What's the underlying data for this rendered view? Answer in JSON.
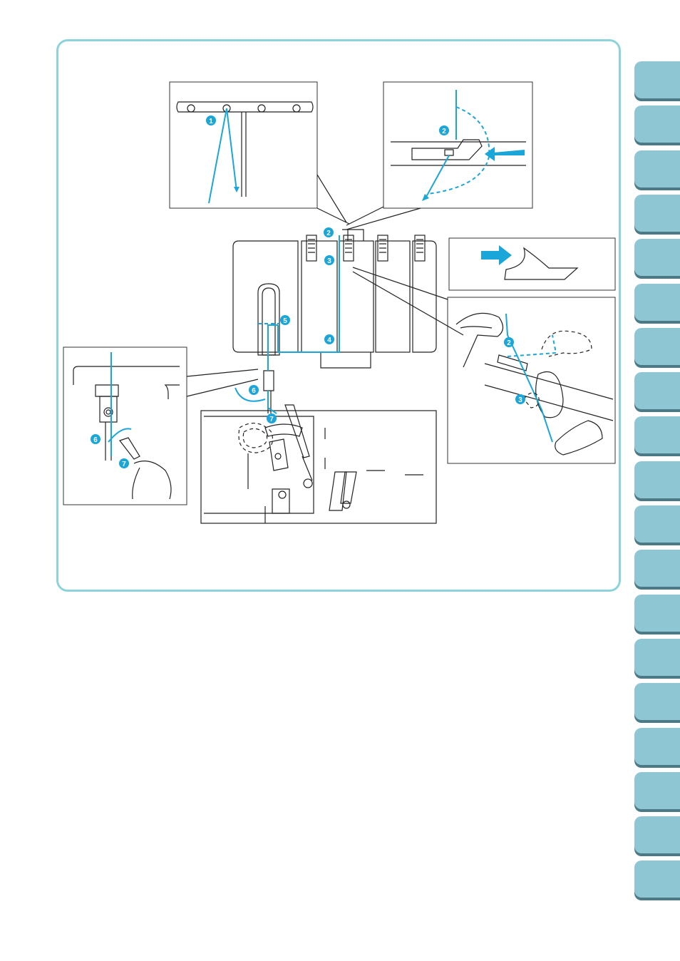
{
  "colors": {
    "accent": "#1aa6d9",
    "frame": "#8cd3db",
    "tab": "#8fc6d3",
    "tab_shadow": "#4b7a86"
  },
  "side_tabs": {
    "count": 19
  },
  "callouts": {
    "n1": "1",
    "n2": "2",
    "n3": "3",
    "n4": "4",
    "n5": "5",
    "n6": "6",
    "n7": "7"
  }
}
